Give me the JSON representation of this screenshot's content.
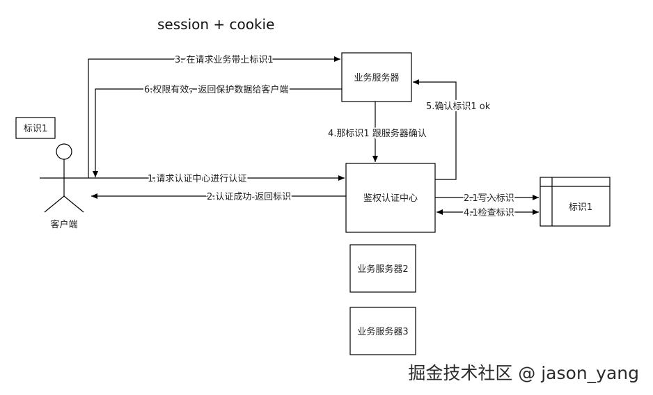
{
  "title": "session + cookie",
  "actor": {
    "label": "客户端",
    "token_note": "标识1"
  },
  "nodes": {
    "business_server": "业务服务器",
    "auth_center": "鉴权认证中心",
    "business_server_2": "业务服务器2",
    "business_server_3": "业务服务器3",
    "token_store": "标识1"
  },
  "edges": {
    "e1": "1.请求认证中心进行认证",
    "e2": "2.认证成功-返回标识",
    "e21": "2.1写入标识",
    "e41": "4.1检查标识",
    "e3": "3. 在请求业务带上标识1",
    "e4": "4.那标识1 跟服务器确认",
    "e5": "5.确认标识1 ok",
    "e6": "6.权限有效，返回保护数据给客户端"
  },
  "watermark": "掘金技术社区 @ jason_yang",
  "colors": {
    "line": "#000000",
    "text": "#222222",
    "background": "#ffffff"
  }
}
